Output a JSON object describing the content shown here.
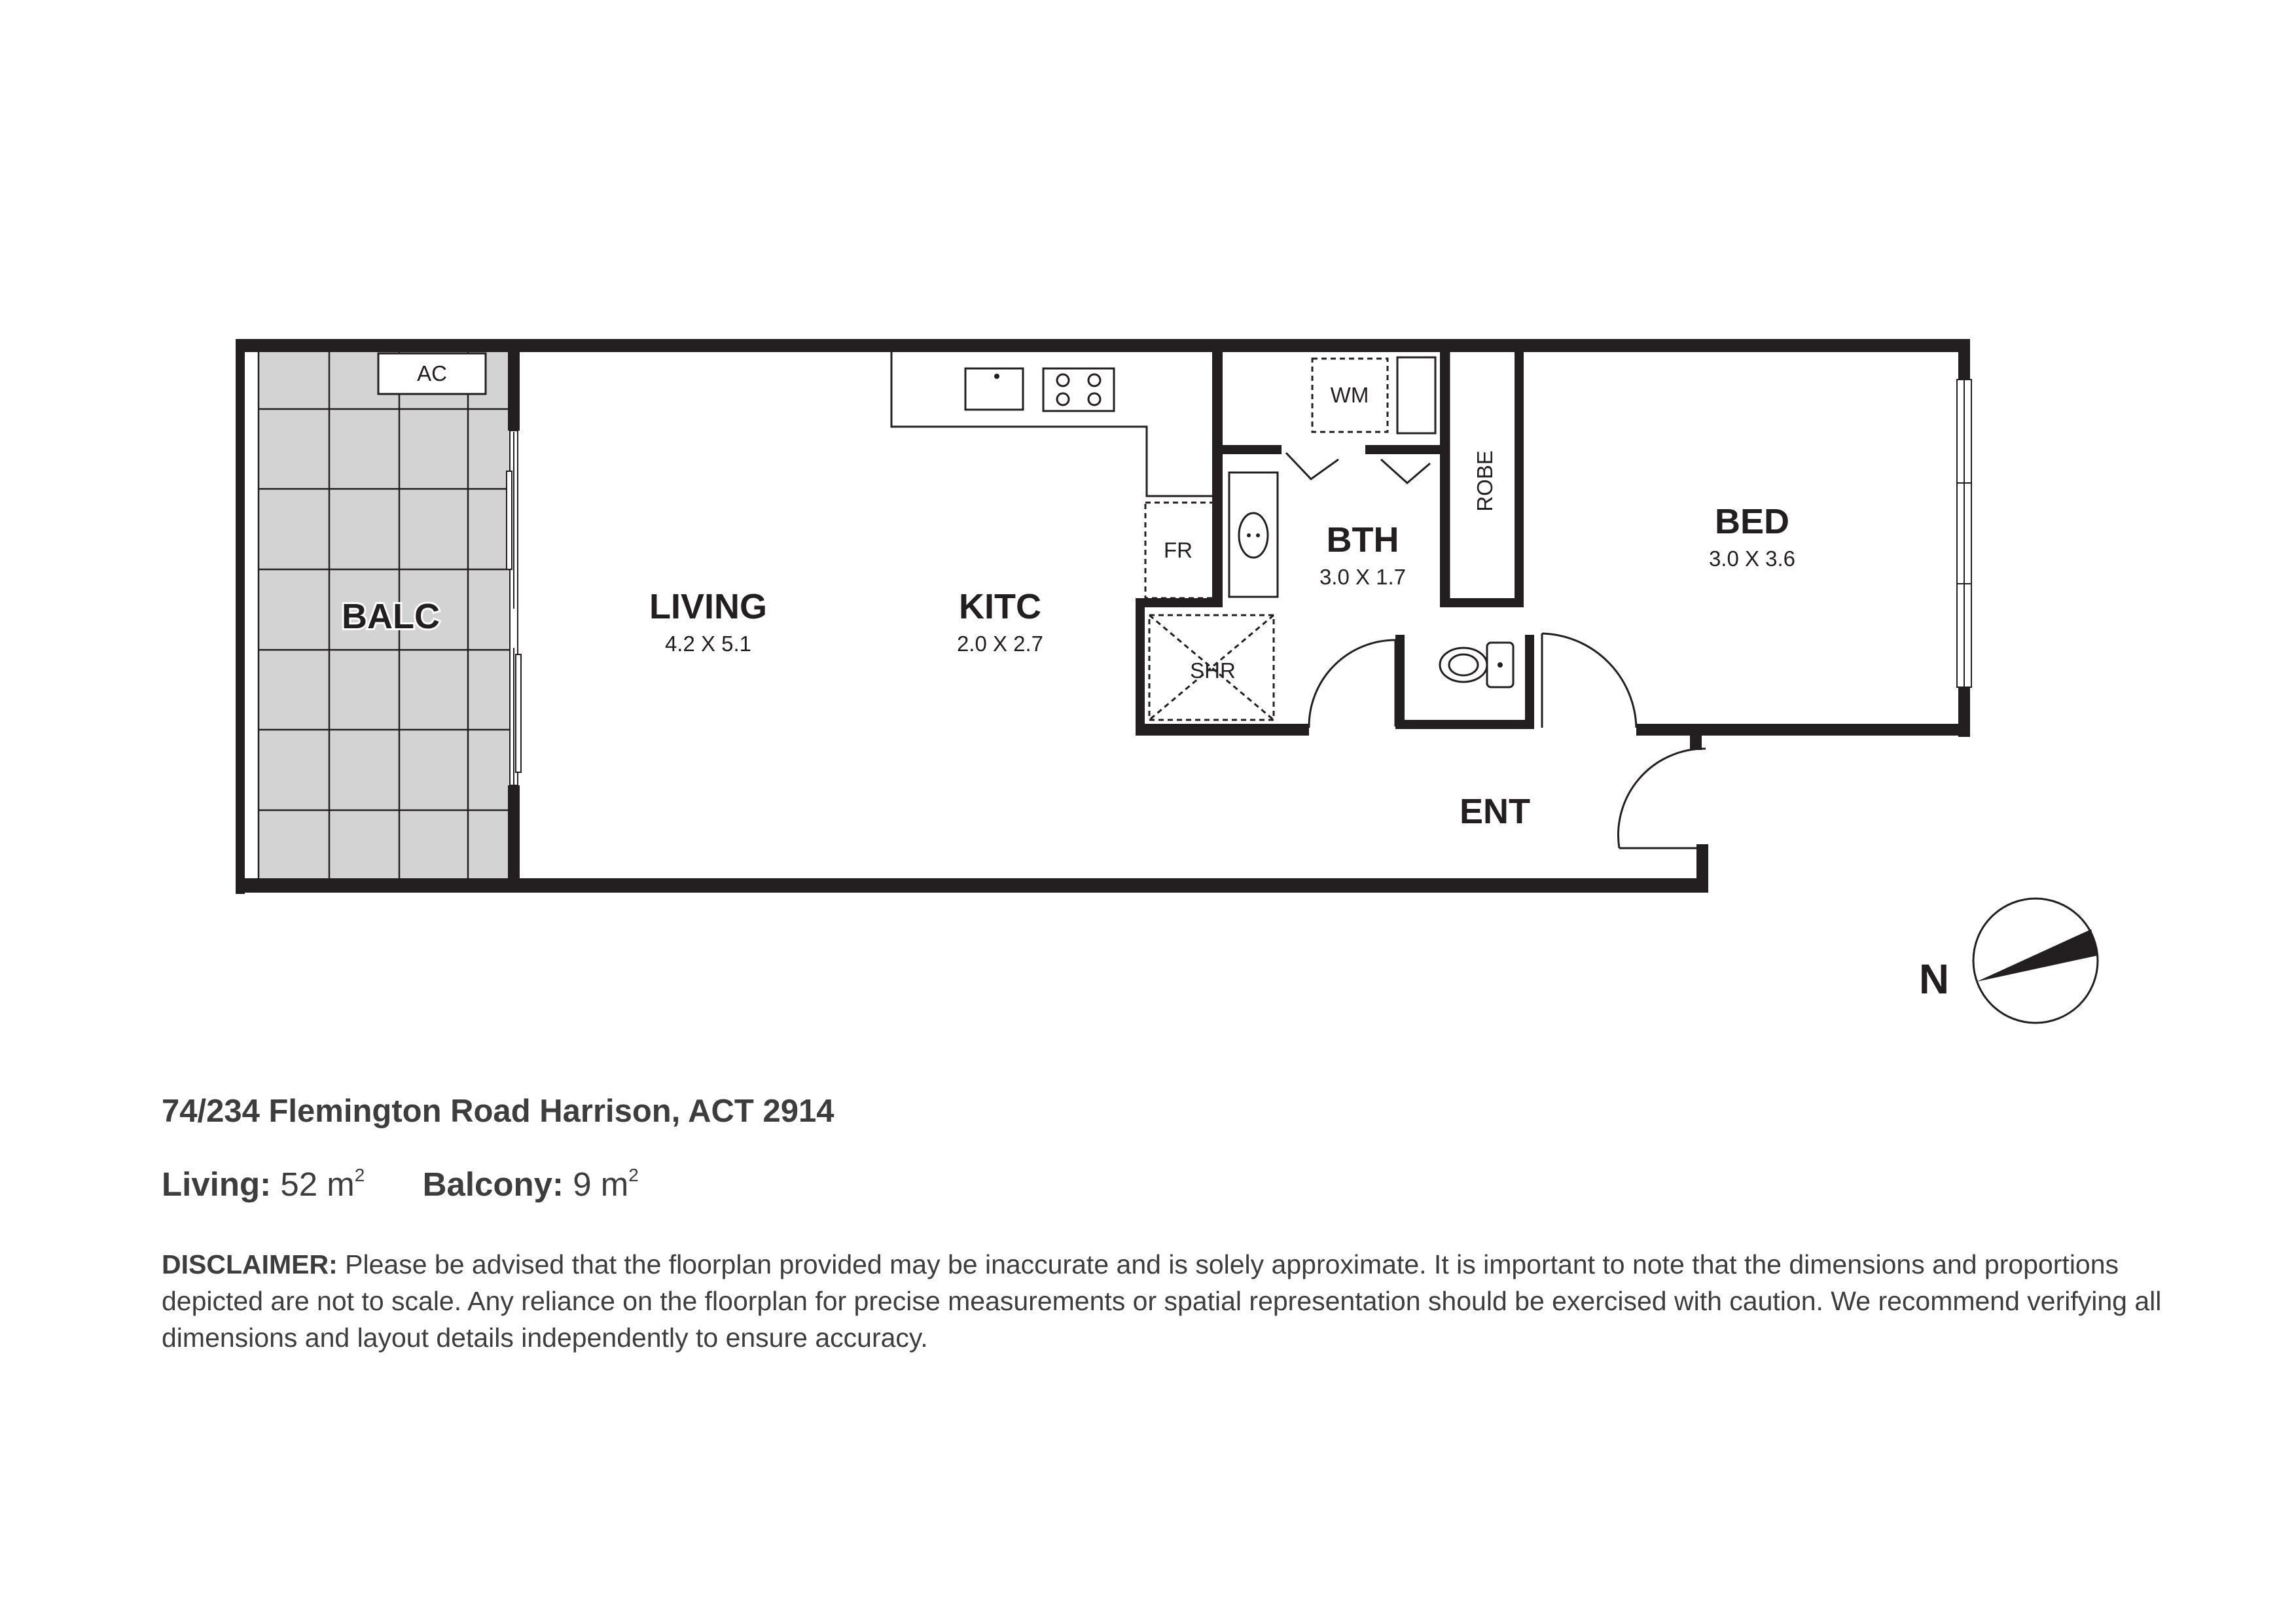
{
  "rooms": {
    "balc": {
      "name": "BALC"
    },
    "living": {
      "name": "LIVING",
      "dims": "4.2 X 5.1"
    },
    "kitc": {
      "name": "KITC",
      "dims": "2.0 X 2.7"
    },
    "bth": {
      "name": "BTH",
      "dims": "3.0 X 1.7"
    },
    "bed": {
      "name": "BED",
      "dims": "3.0 X 3.6"
    },
    "ent": {
      "name": "ENT"
    }
  },
  "fixtures": {
    "ac": "AC",
    "wm": "WM",
    "fr": "FR",
    "shr": "SHR",
    "robe": "ROBE"
  },
  "compass": {
    "label": "N"
  },
  "property": {
    "address": "74/234 Flemington Road Harrison, ACT 2914",
    "living_label": "Living:",
    "living_value": "52 m",
    "balcony_label": "Balcony:",
    "balcony_value": "9 m",
    "area_unit_sup": "2"
  },
  "disclaimer": {
    "label": "DISCLAIMER:",
    "text": "Please be advised that the floorplan provided may be inaccurate and is solely approximate. It is important to note that the dimensions and proportions depicted are not to scale. Any reliance on the floorplan for precise measurements or spatial representation should be exercised with caution. We recommend verifying all dimensions and layout details independently to ensure accuracy."
  },
  "colors": {
    "wall": "#231f20",
    "balcony_fill": "#d3d3d3",
    "text": "#3d3d3d"
  }
}
